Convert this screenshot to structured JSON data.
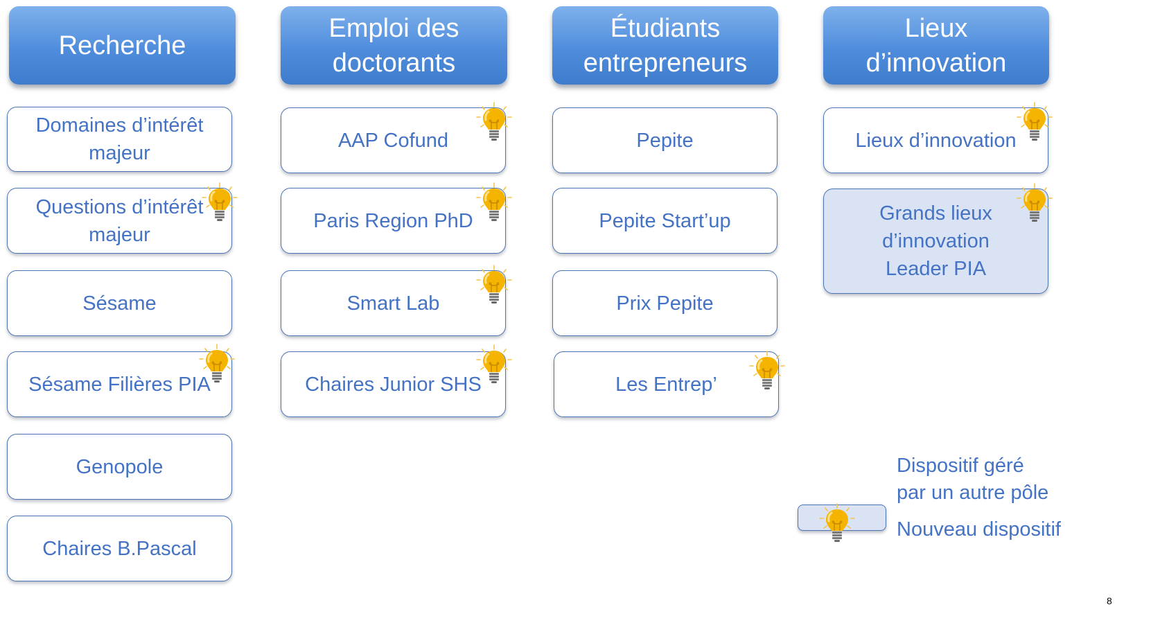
{
  "columns": [
    {
      "header": "Recherche",
      "items": [
        "Domaines d’intérêt\nmajeur",
        "Questions d’intérêt\nmajeur",
        "Sésame",
        "Sésame Filières PIA",
        "Genopole",
        "Chaires B.Pascal"
      ]
    },
    {
      "header": "Emploi des\ndoctorants",
      "items": [
        "AAP Cofund",
        "Paris Region PhD",
        "Smart Lab",
        "Chaires Junior SHS"
      ]
    },
    {
      "header": "Étudiants\nentrepreneurs",
      "items": [
        "Pepite",
        "Pepite Start’up",
        "Prix Pepite",
        "Les Entrep’"
      ]
    },
    {
      "header": "Lieux\nd’innovation",
      "items": [
        "Lieux d’innovation",
        "Grands lieux\nd’innovation\nLeader PIA"
      ]
    }
  ],
  "legend": {
    "other_pole": "Dispositif géré\npar un autre pôle",
    "new_item": "Nouveau dispositif"
  },
  "page_number": "8",
  "icons": {
    "new_item": "lightbulb-icon"
  },
  "colors": {
    "header_blue": "#4f8ddc",
    "text_blue": "#4472c4",
    "other_pole_fill": "#dae3f3",
    "bulb_yellow": "#f5b400"
  }
}
